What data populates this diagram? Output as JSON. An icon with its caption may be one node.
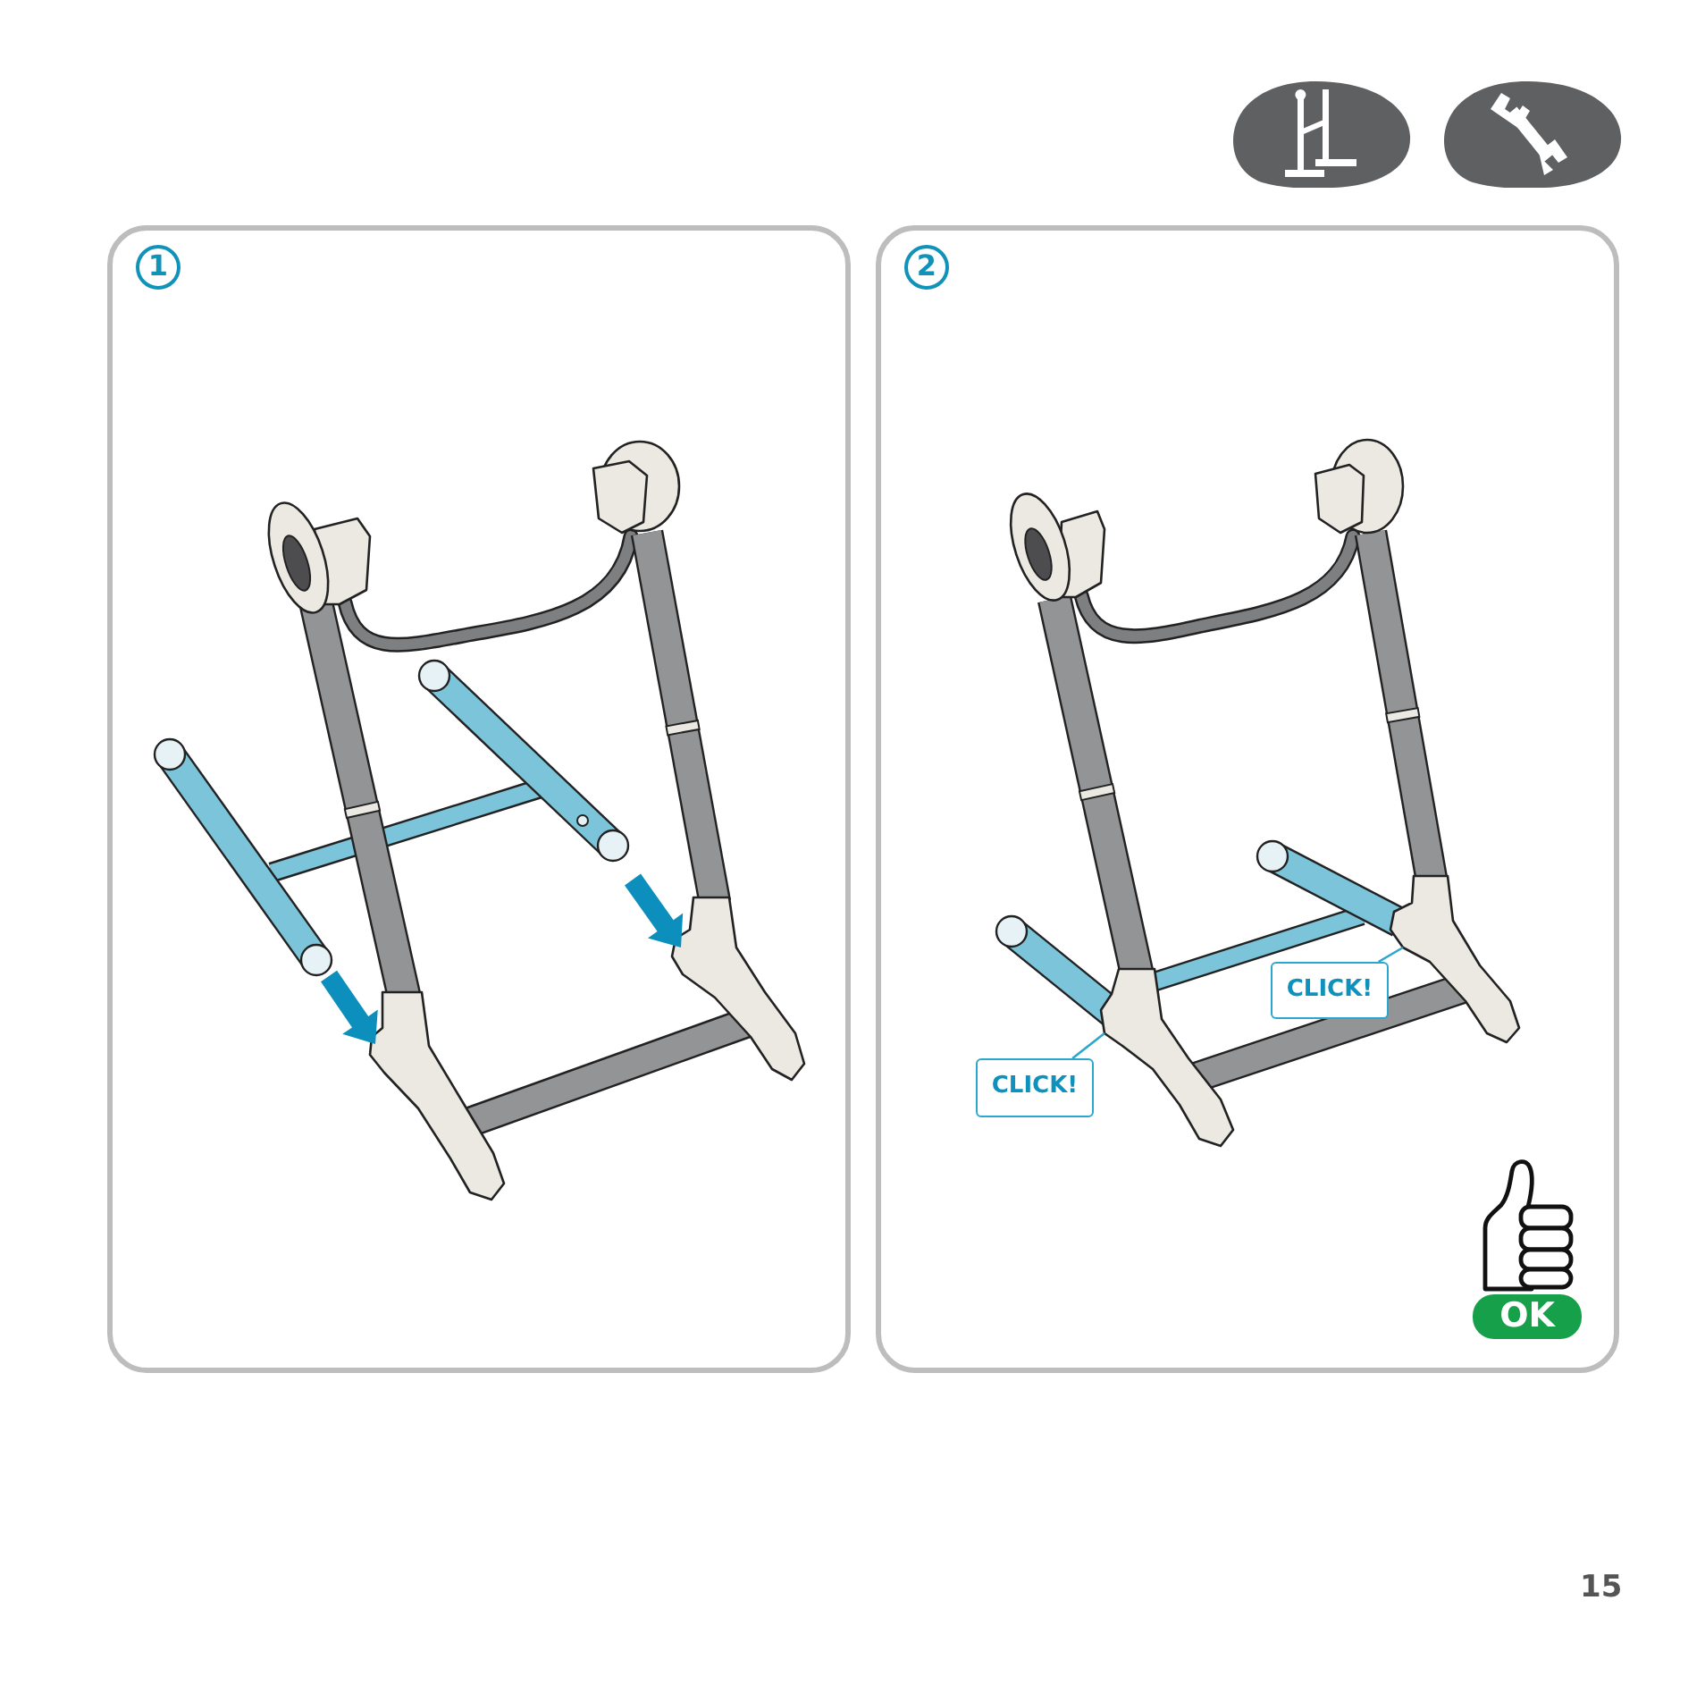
{
  "diagram": {
    "nodes": [
      {
        "text": [],
        "shape": "box"
      },
      {
        "text": [
          "1"
        ],
        "in": 0
      },
      {
        "text": [],
        "shape": "box"
      },
      {
        "text": [
          "2"
        ],
        "in": 2
      },
      {
        "text": [
          "CLICK!"
        ],
        "in": 2
      },
      {
        "text": [
          "CLICK!"
        ],
        "in": 2
      },
      {
        "text": [
          "OK"
        ],
        "in": 2
      }
    ],
    "edges": [
      {
        "from": 4,
        "to": null,
        "arrow": "none"
      },
      {
        "from": 5,
        "to": null,
        "arrow": "none"
      }
    ],
    "labels": [
      "15"
    ]
  }
}
